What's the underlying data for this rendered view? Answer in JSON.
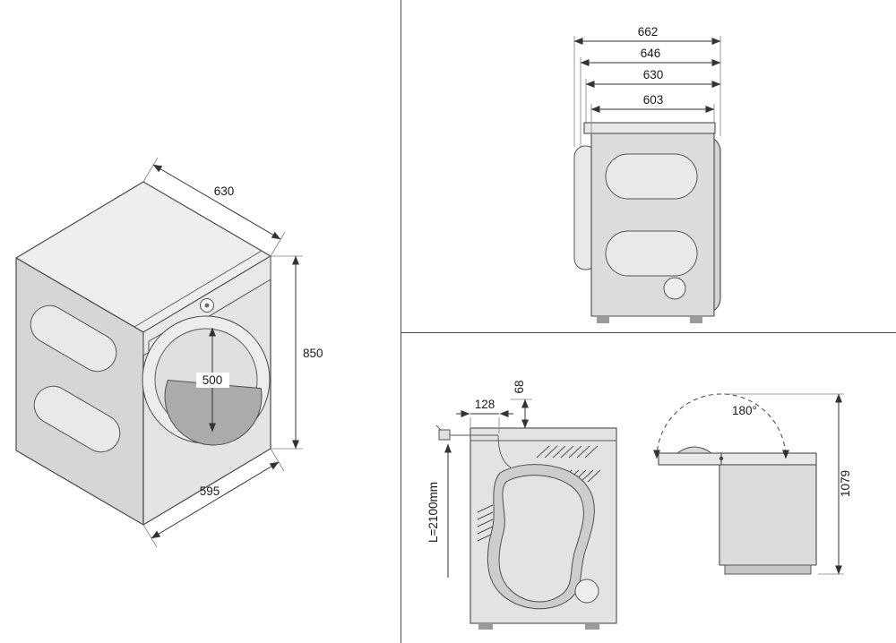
{
  "colors": {
    "outline": "#4a4a4a",
    "dimension_line": "#333333",
    "body_fill": "#dcdcdc",
    "door_glass": "#ababab"
  },
  "views": {
    "isometric": {
      "dims": {
        "depth": "630",
        "height": "850",
        "door_diameter": "500",
        "width": "595"
      }
    },
    "side": {
      "dims": {
        "d1": "662",
        "d2": "646",
        "d3": "630",
        "d4": "603"
      }
    },
    "rear": {
      "dims": {
        "offset_left": "128",
        "offset_top": "68",
        "hose_length": "L=2100mm"
      }
    },
    "lid_open": {
      "dims": {
        "angle": "180°",
        "open_height": "1079"
      }
    }
  }
}
